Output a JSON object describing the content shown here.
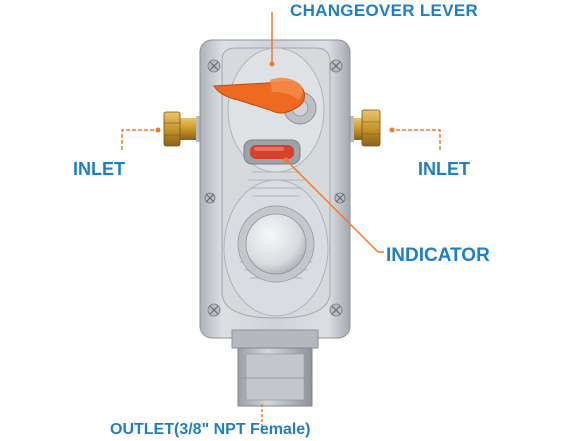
{
  "labels": {
    "changeover_lever": "CHANGEOVER LEVER",
    "inlet_left": "INLET",
    "inlet_right": "INLET",
    "indicator": "INDICATOR",
    "outlet": "OUTLET(3/8\" NPT Female)"
  },
  "colors": {
    "label_text": "#1f7fc6",
    "leader_line": "#f07a2a",
    "lever": "#ee6a1f",
    "body": "#c9cdd2",
    "brass": "#c8962c",
    "indicator_window": "#d6402e"
  }
}
